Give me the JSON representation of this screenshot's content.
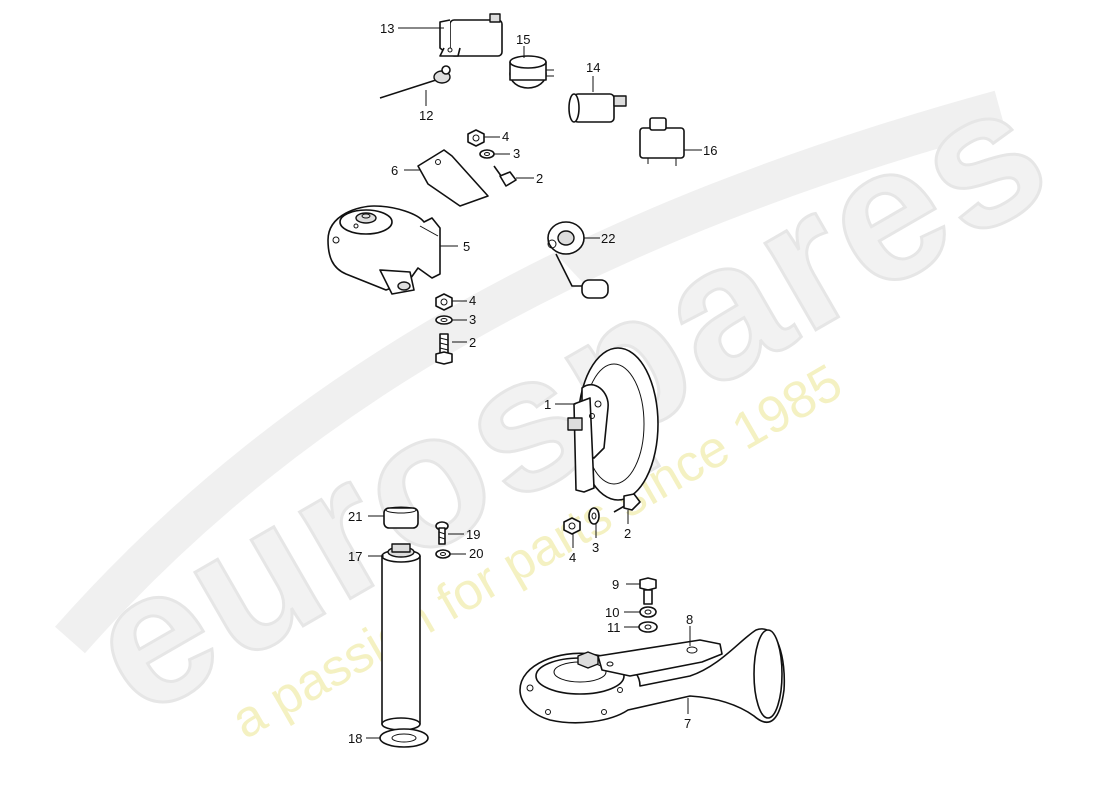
{
  "watermark": {
    "brand": "eurospares",
    "tagline": "a passion for parts since 1985",
    "brand_color": "#e8e8e8",
    "tagline_color": "#f0eaa8"
  },
  "callouts": {
    "c1": "1",
    "c2a": "2",
    "c2b": "2",
    "c2c": "2",
    "c3a": "3",
    "c3b": "3",
    "c3c": "3",
    "c4a": "4",
    "c4b": "4",
    "c4c": "4",
    "c5": "5",
    "c6": "6",
    "c7": "7",
    "c8": "8",
    "c9": "9",
    "c10": "10",
    "c11": "11",
    "c12": "12",
    "c13": "13",
    "c14": "14",
    "c15": "15",
    "c16": "16",
    "c17": "17",
    "c18": "18",
    "c19": "19",
    "c20": "20",
    "c21": "21",
    "c22": "22"
  }
}
